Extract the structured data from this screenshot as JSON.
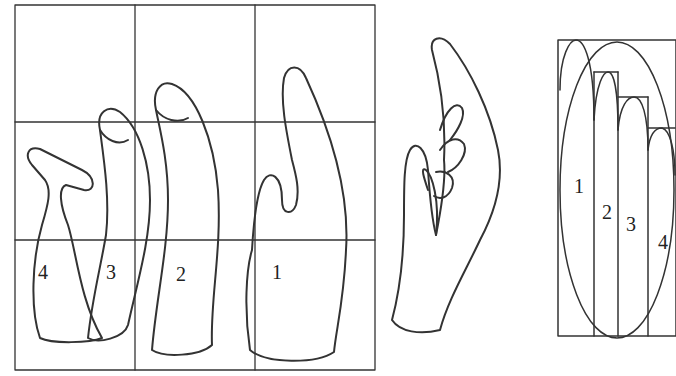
{
  "diagram": {
    "labels": [
      "4",
      "3",
      "2",
      "1",
      "1",
      "2",
      "3",
      "4"
    ]
  }
}
